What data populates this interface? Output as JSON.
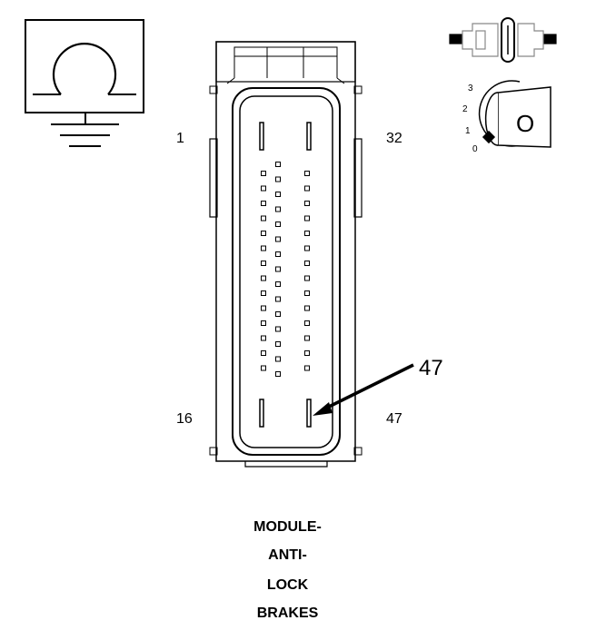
{
  "connector": {
    "pin_labels": {
      "top_left": "1",
      "top_right": "32",
      "bottom_left": "16",
      "bottom_right": "47"
    },
    "callout": "47"
  },
  "ignition_key": {
    "positions": [
      "3",
      "2",
      "1",
      "0"
    ],
    "letter": "O"
  },
  "caption": {
    "lines": [
      "MODULE-",
      "ANTI-",
      "LOCK",
      "BRAKES"
    ]
  }
}
